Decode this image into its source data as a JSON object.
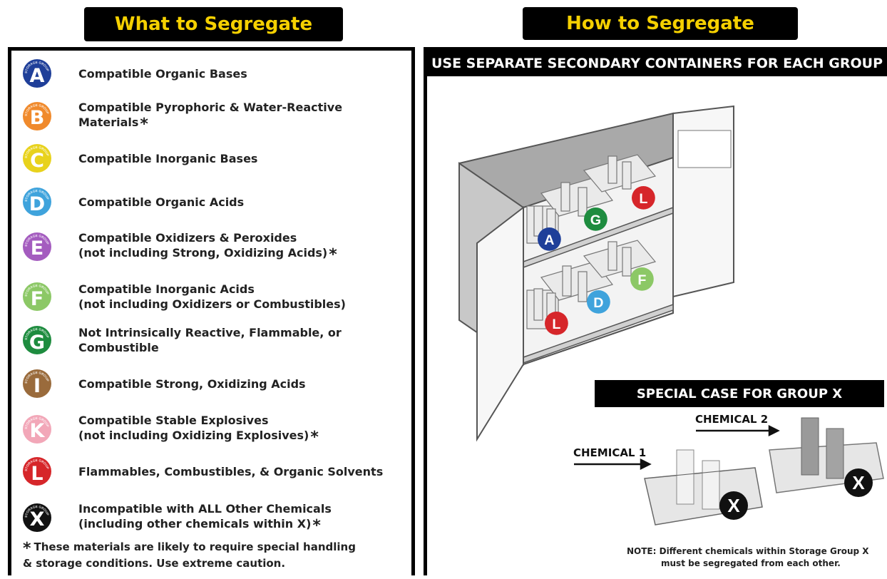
{
  "headers": {
    "what": "What to Segregate",
    "how": "How to Segregate"
  },
  "badge_ring_text": "STORAGE GROUP",
  "groups": [
    {
      "letter": "A",
      "color": "#1f3f99",
      "lines": [
        "Compatible Organic Bases"
      ],
      "ast": ""
    },
    {
      "letter": "B",
      "color": "#f08a2c",
      "lines": [
        "Compatible Pyrophoric & Water-Reactive Materials"
      ],
      "ast": "*"
    },
    {
      "letter": "C",
      "color": "#e8d21c",
      "lines": [
        "Compatible Inorganic Bases"
      ],
      "ast": ""
    },
    {
      "letter": "D",
      "color": "#3fa3dc",
      "lines": [
        "Compatible Organic Acids"
      ],
      "ast": ""
    },
    {
      "letter": "E",
      "color": "#a45cbf",
      "lines": [
        "Compatible Oxidizers & Peroxides",
        "(not including Strong, Oxidizing Acids)"
      ],
      "ast": "*"
    },
    {
      "letter": "F",
      "color": "#8cc866",
      "lines": [
        "Compatible Inorganic Acids",
        "(not including Oxidizers or Combustibles)"
      ],
      "ast": ""
    },
    {
      "letter": "G",
      "color": "#1e8c3f",
      "lines": [
        "Not Intrinsically Reactive, Flammable, or Combustible"
      ],
      "ast": ""
    },
    {
      "letter": "I",
      "color": "#9a6b3c",
      "lines": [
        "Compatible Strong, Oxidizing Acids"
      ],
      "ast": ""
    },
    {
      "letter": "K",
      "color": "#f2a7b8",
      "lines": [
        "Compatible Stable Explosives",
        "(not including Oxidizing Explosives)"
      ],
      "ast": "*"
    },
    {
      "letter": "L",
      "color": "#d6262a",
      "lines": [
        "Flammables, Combustibles, & Organic Solvents"
      ],
      "ast": ""
    },
    {
      "letter": "X",
      "color": "#111111",
      "lines": [
        "Incompatible with ALL Other Chemicals",
        "(including other chemicals within X)"
      ],
      "ast": "*"
    }
  ],
  "footnote": {
    "ast": "*",
    "line1": "These materials are likely to require special handling",
    "line2": "& storage conditions. Use extreme caution."
  },
  "right": {
    "title": "USE SEPARATE SECONDARY CONTAINERS FOR EACH GROUP",
    "special_case": "SPECIAL CASE FOR GROUP X",
    "chemical1": "CHEMICAL 1",
    "chemical2": "CHEMICAL 2",
    "note_line1": "NOTE:  Different chemicals within Storage Group X",
    "note_line2": "must be segregated from each other."
  },
  "cabinet_badges": {
    "top_left": "A",
    "top_mid": "G",
    "top_right": "L",
    "bot_left": "L",
    "bot_mid": "D",
    "bot_right": "F"
  },
  "x_badges": {
    "one": "X",
    "two": "X"
  }
}
